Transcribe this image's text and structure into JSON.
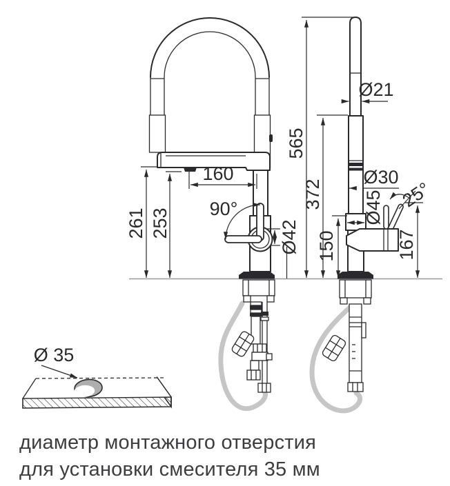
{
  "dimensions": {
    "front": {
      "spout_reach": "160",
      "handle_swing_angle": "90°",
      "handle_joint_diameter": "Ø42",
      "spout_underside_height": "261",
      "aerator_height": "253"
    },
    "side": {
      "total_height": "565",
      "upper_section_height": "372",
      "spring_hose_diameter": "Ø21",
      "body_diameter": "Ø30",
      "base_diameter": "Ø45",
      "lever_tilt_angle": "25°",
      "base_section_height": "150",
      "lever_top_height": "167"
    },
    "mounting_hole": {
      "diameter": "Ø 35"
    }
  },
  "caption": {
    "line1": "диаметр монтажного отверстия",
    "line2": "для установки смесителя 35 мм"
  },
  "colors": {
    "ink": "#2a2a2c",
    "hose_gray": "#c6c6c6",
    "counter_line": "#9a9a9a",
    "hole_fill": "#aeaeae",
    "caption_text": "#3d3d3f",
    "background": "#ffffff"
  }
}
